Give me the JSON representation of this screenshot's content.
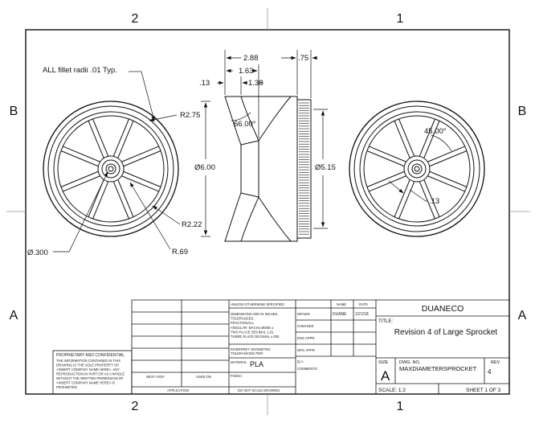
{
  "zones": {
    "top": [
      "2",
      "1"
    ],
    "bottom": [
      "2",
      "1"
    ],
    "left": [
      "B",
      "A"
    ],
    "right": [
      "B",
      "A"
    ]
  },
  "annotations": {
    "fillet_note": "ALL fillet radii .01 Typ.",
    "r275": "R2.75",
    "dia600": "Ø6.00",
    "r222": "R2.22",
    "dia300": "Ø.300",
    "r69": "R.69",
    "ang66": "66.00°",
    "ang45": "45.00°",
    "dia515": "Ø5.15",
    "d13_right": ".13",
    "d288": "2.88",
    "d75": ".75",
    "d163": "1.63",
    "d13_side": ".13",
    "d138": "1.38"
  },
  "notes_block": {
    "title": "PROPRIETARY AND CONFIDENTIAL",
    "lines": [
      "THE INFORMATION CONTAINED IN THIS",
      "DRAWING IS THE SOLE PROPERTY OF",
      "<INSERT COMPANY NAME HERE>. ANY",
      "REPRODUCTION IN PART OR AS A WHOLE",
      "WITHOUT THE WRITTEN PERMISSION OF",
      "<INSERT COMPANY NAME HERE> IS",
      "PROHIBITED."
    ]
  },
  "title_block": {
    "unless": "UNLESS OTHERWISE SPECIFIED:",
    "dims_lines": [
      "DIMENSIONS ARE IN INCHES",
      "TOLERANCES:",
      "FRACTIONAL±",
      "ANGULAR: MACH± BEND ±",
      "TWO PLACE DECIMAL  ±.01",
      "THREE PLACE DECIMAL  ±.005"
    ],
    "interpret": [
      "INTERPRET GEOMETRIC",
      "TOLERANCING PER:"
    ],
    "material_label": "MATERIAL",
    "material_value": "PLA",
    "finish_label": "FINISH",
    "next_assy": "NEXT ASSY",
    "used_on": "USED ON",
    "application": "APPLICATION",
    "do_not_scale": "DO NOT SCALE DRAWING",
    "name_header": "NAME",
    "date_header": "DATE",
    "drawn_label": "DRAWN",
    "drawn_name": "DUANE",
    "drawn_date": "1/21/18",
    "checked": "CHECKED",
    "eng_appr": "ENG APPR.",
    "mfg_appr": "MFG APPR.",
    "qa": "Q.A.",
    "comments": "COMMENTS:",
    "company": "DUANECO",
    "title_label": "TITLE:",
    "title_value": "Revision 4 of Large Sprocket",
    "size_label": "SIZE",
    "size_value": "A",
    "dwg_label": "DWG.  NO.",
    "dwg_value": "MAXDIAMETERSPROCKET",
    "rev_label": "REV",
    "rev_value": "4",
    "scale": "SCALE: 1:2",
    "sheet": "SHEET 1 OF 3"
  }
}
